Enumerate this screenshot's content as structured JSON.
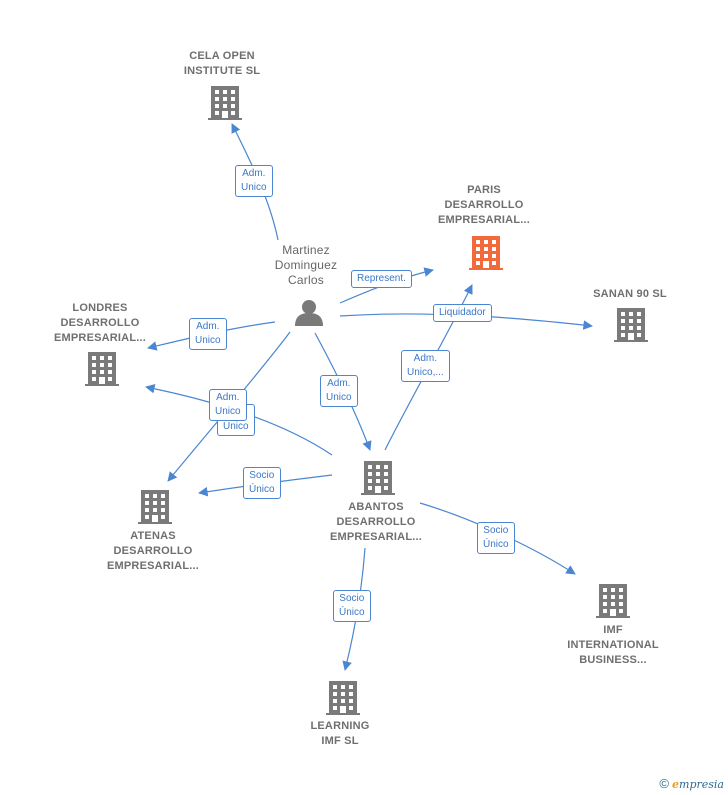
{
  "nodes": {
    "cela": "CELA OPEN\nINSTITUTE  SL",
    "paris": "PARIS\nDESARROLLO\nEMPRESARIAL...",
    "martinez": "Martinez\nDominguez\nCarlos",
    "sanan": "SANAN 90 SL",
    "londres": "LONDRES\nDESARROLLO\nEMPRESARIAL...",
    "abantos": "ABANTOS\nDESARROLLO\nEMPRESARIAL...",
    "atenas": "ATENAS\nDESARROLLO\nEMPRESARIAL...",
    "imf": "IMF\nINTERNATIONAL\nBUSINESS...",
    "learning": "LEARNING\nIMF SL"
  },
  "edges": {
    "adm_cela": "Adm.\nUnico",
    "represent": "Represent.",
    "liquidador": "Liquidador",
    "adm_londres": "Adm.\nUnico",
    "adm_paris": "Adm.\nUnico,...",
    "adm_abantos": "Adm.\nUnico",
    "adm_atenas": "Adm.\nUnico",
    "unico_back": "Unico",
    "socio_atenas": "Socio\nÚnico",
    "socio_imf": "Socio\nÚnico",
    "socio_learning": "Socio\nÚnico"
  },
  "colors": {
    "edge": "#4a86d1",
    "building": "#7a7a7a",
    "highlight": "#f26a3c"
  },
  "footer": {
    "copyright": "©",
    "brand_e": "e",
    "brand_rest": "mpresia"
  }
}
